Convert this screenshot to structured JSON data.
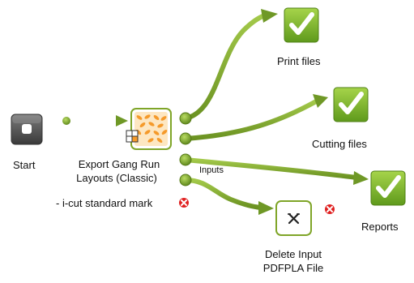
{
  "nodes": {
    "start": {
      "label": "Start",
      "icon": "start-square-icon"
    },
    "export": {
      "label_line1": "Export Gang Run",
      "label_line2": "Layouts (Classic)",
      "label_line3": "- i-cut standard mark",
      "icon": "gang-run-layout-icon",
      "badge": "grid-badge-icon"
    },
    "print": {
      "label": "Print files",
      "icon": "check-icon"
    },
    "cutting": {
      "label": "Cutting files",
      "icon": "check-icon"
    },
    "reports": {
      "label": "Reports",
      "icon": "check-icon"
    },
    "delete": {
      "label_line1": "Delete Input",
      "label_line2": "PDFPLA File",
      "icon": "x-cross-icon"
    }
  },
  "connections": {
    "inputs_label": "Inputs"
  },
  "colors": {
    "connector": "#7fa528",
    "connector_dark": "#56781a",
    "check_green": "#7cb32b",
    "error_red": "#e02020",
    "start_gray": "#555555",
    "export_orange": "#f59a2a"
  }
}
